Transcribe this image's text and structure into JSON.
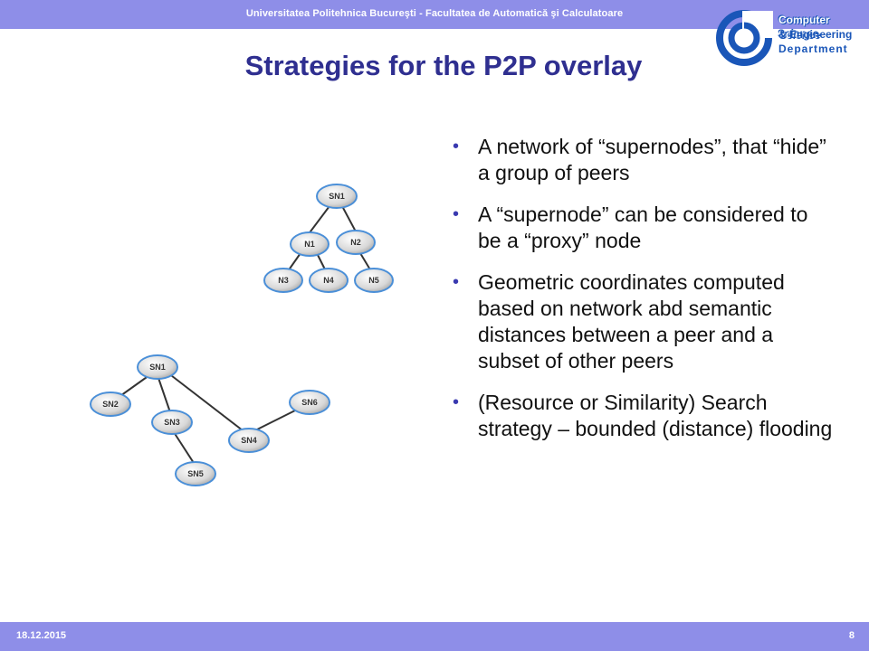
{
  "header": {
    "institution": "Universitatea Politehnica Bucureşti - Facultatea de Automatică şi Calculatoare"
  },
  "logo": {
    "line1": "Computer Science",
    "line2": "& Engineering",
    "line3": "Department",
    "color": "#1a56b8"
  },
  "slide": {
    "title": "Strategies for the P2P overlay",
    "bullets": [
      "A network of “supernodes”, that “hide” a group of peers",
      "A “supernode” can be considered to  be  a “proxy” node",
      "Geometric coordinates computed based on network abd semantic distances between a peer and a subset of other peers",
      "(Resource or Similarity) Search strategy – bounded (distance) flooding"
    ]
  },
  "diagram_tree": {
    "nodes": [
      "SN1",
      "N1",
      "N2",
      "N3",
      "N4",
      "N5"
    ]
  },
  "diagram_overlay": {
    "nodes": [
      "SN1",
      "SN2",
      "SN3",
      "SN4",
      "SN5",
      "SN6"
    ]
  },
  "footer": {
    "date": "18.12.2015",
    "page": "8"
  },
  "colors": {
    "bar": "#8e8ee8",
    "title": "#2f2f90",
    "node_border": "#4a8fd8"
  }
}
